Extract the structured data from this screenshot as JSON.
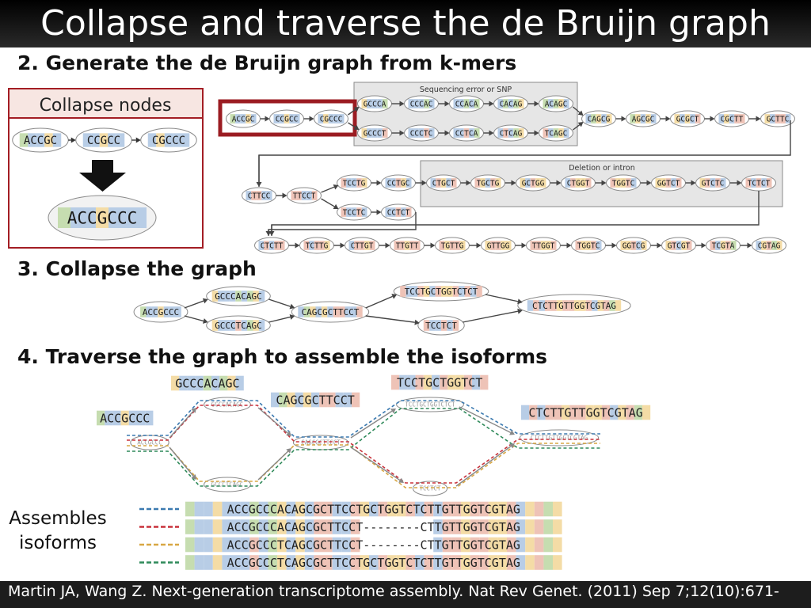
{
  "title": "Collapse and traverse the de Bruijn graph",
  "sections": {
    "s2": "2. Generate the de Bruijn graph from k-mers",
    "s3": "3. Collapse the graph",
    "s4": "4. Traverse the graph to assemble the isoforms"
  },
  "collapse_panel": {
    "title": "Collapse nodes",
    "kmers": [
      "ACCGC",
      "CCGCC",
      "CGCCC"
    ],
    "result": "ACCGCCC"
  },
  "graph2": {
    "box1_label": "Sequencing error or SNP",
    "box2_label": "Deletion or intron",
    "row1_start": [
      "ACCGC",
      "CCGCC",
      "CGCCC"
    ],
    "top_branch": [
      "GCCCA",
      "CCCAC",
      "CCACA",
      "CACAG",
      "ACAGC"
    ],
    "bottom_branch": [
      "GCCCT",
      "CCCTC",
      "CCTCA",
      "CTCAG",
      "TCAGC"
    ],
    "row1_end": [
      "CAGCG",
      "AGCGC",
      "GCGCT",
      "CGCTT",
      "GCTTC"
    ],
    "row2_start": [
      "CTTCC",
      "TTCCT"
    ],
    "row2_top": [
      "TCCTG",
      "CCTGC",
      "CTGCT",
      "TGCTG",
      "GCTGG",
      "CTGGT",
      "TGGTC",
      "GGTCT",
      "GTCTC",
      "TCTCT"
    ],
    "row2_bottom": [
      "TCCTC",
      "CCTCT"
    ],
    "row3": [
      "CTCTT",
      "TCTTG",
      "CTTGT",
      "TTGTT",
      "TGTTG",
      "GTTGG",
      "TTGGT",
      "TGGTC",
      "GGTCG",
      "GTCGT",
      "TCGTA",
      "CGTAG"
    ]
  },
  "graph3": {
    "nodes": [
      "ACCGCCC",
      "GCCCACAGC",
      "GCCCTCAGC",
      "CAGCGCTTCCT",
      "TCCTGCTGGTCTCT",
      "TCCTCT",
      "CTCTTGTTGGTCGTAG"
    ]
  },
  "graph4": {
    "labels": [
      "ACCGCCC",
      "GCCCACAGC",
      "CAGCGCTTCCT",
      "TCCTGCTGGTCT",
      "CTCTTGTTGGTCGTAG"
    ],
    "nodes": [
      "ACCGCCC",
      "GCCCACAGC",
      "GCCCTCAGC",
      "CAGCGCTTCCT",
      "TCCTGCTGGTCTCT",
      "TCCTCT",
      "CTCTTGTTGGTCGTAG"
    ]
  },
  "assemble": {
    "label": "Assembles isoforms",
    "isoforms": [
      "ACCGCCCACAGCGCTTCCTGCTGGTCTCTTGTTGGTCGTAG",
      "ACCGCCCACAGCGCTTCCT--------CTTGTTGGTCGTAG",
      "ACCGCCCTCAGCGCTTCCT--------CTTGTTGGTCGTAG",
      "ACCGCCCTCAGCGCTTCCTGCTGGTCTCTTGTTGGTCGTAG"
    ],
    "colors": [
      "#3b7ab0",
      "#c8313a",
      "#d8a743",
      "#2f8a5a"
    ]
  },
  "base_colors": {
    "A": "#c6ddb0",
    "C": "#b8cde6",
    "G": "#f4dca6",
    "T": "#eec3b7"
  },
  "citation": "Martin JA, Wang Z. Next-generation transcriptome assembly. Nat Rev Genet. (2011) Sep 7;12(10):671-"
}
